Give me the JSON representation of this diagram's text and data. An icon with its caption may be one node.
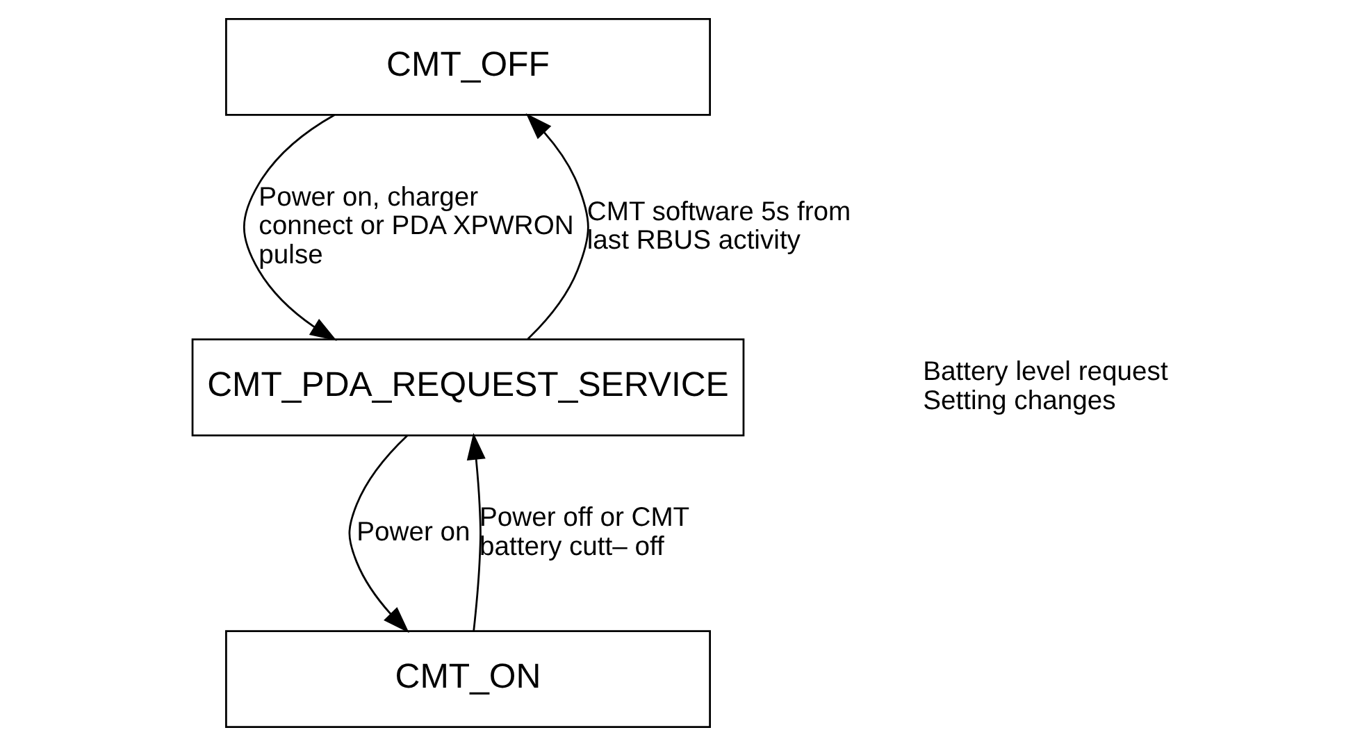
{
  "diagram": {
    "nodes": [
      {
        "text": [
          "CMT_OFF"
        ]
      },
      {
        "text": [
          "CMT_PDA_REQUEST_SERVICE"
        ],
        "beside": [
          "Battery level request",
          "Setting changes"
        ]
      },
      {
        "text": [
          "CMT_ON"
        ]
      }
    ],
    "edges": [
      {
        "from": 0,
        "to": 1,
        "arrow": "to",
        "label": "Power on, charger connect or PDA XPWRON pulse"
      },
      {
        "from": 1,
        "to": 0,
        "arrow": "to",
        "label": "CMT software 5s from last RBUS activity"
      },
      {
        "from": 1,
        "to": 2,
        "arrow": "to",
        "label": "Power on"
      },
      {
        "from": 2,
        "to": 1,
        "arrow": "to",
        "label": "Power off or CMT battery cutt– off"
      }
    ]
  }
}
